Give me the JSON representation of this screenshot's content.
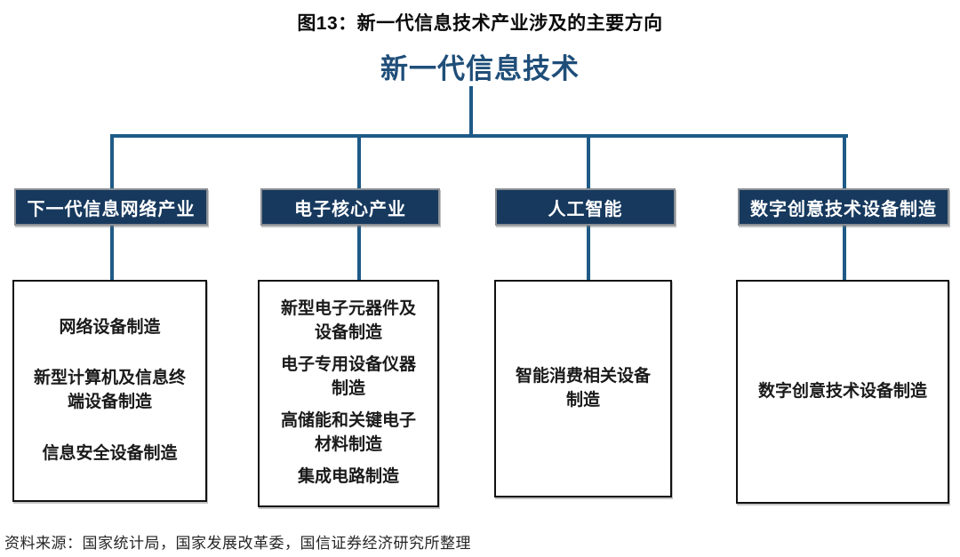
{
  "figure": {
    "title": "图13：新一代信息技术产业涉及的主要方向",
    "source_note": "资料来源：国家统计局，国家发展改革委，国信证券经济研究所整理"
  },
  "chart_data": {
    "type": "table",
    "title": "图13：新一代信息技术产业涉及的主要方向",
    "root": "新一代信息技术",
    "branches": [
      {
        "header": "下一代信息网络产业",
        "items": [
          "网络设备制造",
          "新型计算机及信息终端设备制造",
          "信息安全设备制造"
        ]
      },
      {
        "header": "电子核心产业",
        "items": [
          "新型电子元器件及设备制造",
          "电子专用设备仪器制造",
          "高储能和关键电子材料制造",
          "集成电路制造"
        ]
      },
      {
        "header": "人工智能",
        "items": [
          "智能消费相关设备制造"
        ]
      },
      {
        "header": "数字创意技术设备制造",
        "items": [
          "数字创意技术设备制造"
        ]
      }
    ]
  },
  "root": {
    "label": "新一代信息技术"
  },
  "columns": [
    {
      "header": "下一代信息网络产业",
      "items": [
        [
          "网络设备制造"
        ],
        [
          "新型计算机及信息终",
          "端设备制造"
        ],
        [
          "信息安全设备制造"
        ]
      ]
    },
    {
      "header": "电子核心产业",
      "items": [
        [
          "新型电子元器件及",
          "设备制造"
        ],
        [
          "电子专用设备仪器",
          "制造"
        ],
        [
          "高储能和关键电子",
          "材料制造"
        ],
        [
          "集成电路制造"
        ]
      ]
    },
    {
      "header": "人工智能",
      "items": [
        [
          "智能消费相关设备",
          "制造"
        ]
      ]
    },
    {
      "header": "数字创意技术设备制造",
      "items": [
        [
          "数字创意技术设备制造"
        ]
      ]
    }
  ],
  "colors": {
    "root_text": "#1F4E79",
    "connector_line": "#1E5A87",
    "branch_header_bg": "#17395E",
    "branch_header_text": "#FFFFFF",
    "content_border": "#111111",
    "title_text": "#0A0A0A"
  }
}
